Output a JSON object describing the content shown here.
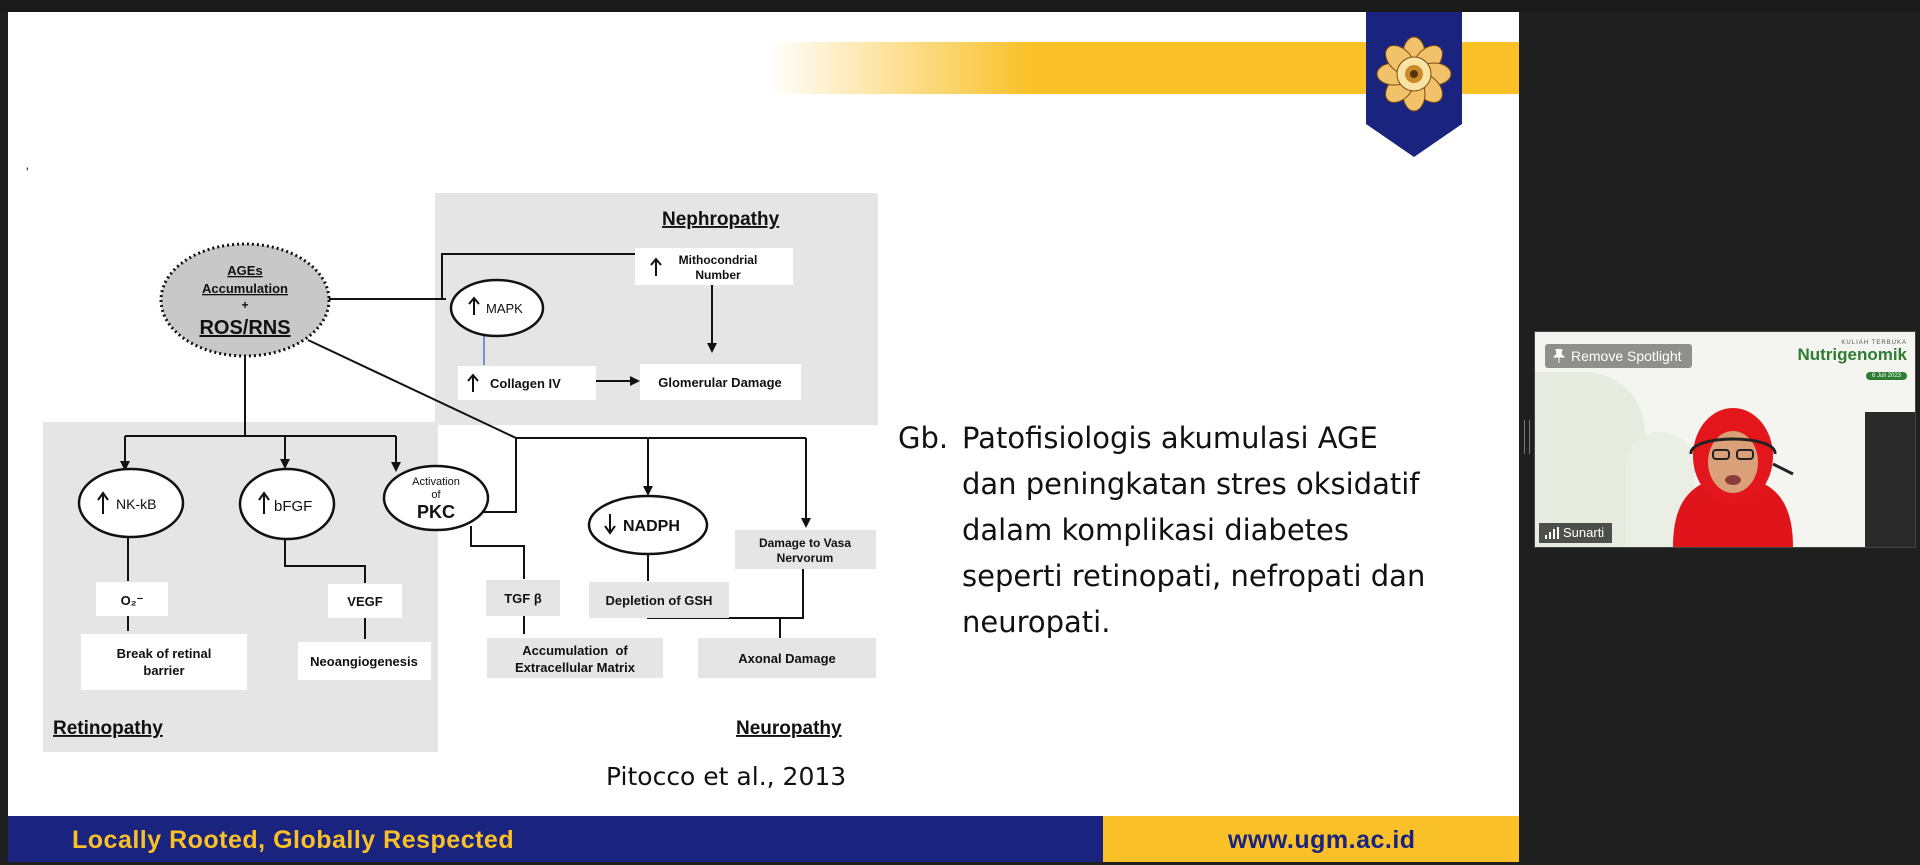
{
  "slide": {
    "diagram": {
      "nephropathy_title": "Nephropathy",
      "retinopathy_title": "Retinopathy",
      "neuropathy_title": "Neuropathy",
      "ages_line1": "AGEs",
      "ages_line2": "Accumulation",
      "ages_line3": "+",
      "ages_line4": "ROS/RNS",
      "mapk": "MAPK",
      "mito_line1": "Mithocondrial",
      "mito_line2": "Number",
      "collagen": "Collagen IV",
      "glomerular": "Glomerular Damage",
      "nfkb": "NK-kB",
      "bfgf": "bFGF",
      "pkc_line1": "Activation",
      "pkc_line2": "of",
      "pkc_line3": "PKC",
      "nadph": "NADPH",
      "vasa_line1": "Damage to Vasa",
      "vasa_line2": "Nervorum",
      "o2": "O₂⁻",
      "vegf": "VEGF",
      "tgf": "TGF β",
      "gsh": "Depletion of GSH",
      "retinal_line1": "Break of retinal",
      "retinal_line2": "barrier",
      "neoangio": "Neoangiogenesis",
      "ecm_line1": "Accumulation  of",
      "ecm_line2": "Extracellular Matrix",
      "axonal": "Axonal Damage"
    },
    "caption": {
      "label": "Gb.",
      "lines": [
        "Patofisiologis akumulasi AGE",
        "dan peningkatan stres oksidatif",
        "dalam komplikasi diabetes",
        "seperti retinopati, nefropati dan",
        "neuropati."
      ]
    },
    "citation": "Pitocco et al., 2013",
    "footer": {
      "slogan": "Locally Rooted, Globally Respected",
      "url": "www.ugm.ac.id"
    },
    "tick_mark": "'"
  },
  "video_tile": {
    "remove_spotlight": "Remove Spotlight",
    "participant_name": "Sunarti",
    "brand_small": "KULIAH TERBUKA",
    "brand_title": "Nutrigenomik",
    "brand_date": "6 Juli 2023"
  },
  "colors": {
    "ugm_blue": "#1a237e",
    "ugm_gold": "#f9c127",
    "diagram_panel": "#e5e5e5"
  }
}
